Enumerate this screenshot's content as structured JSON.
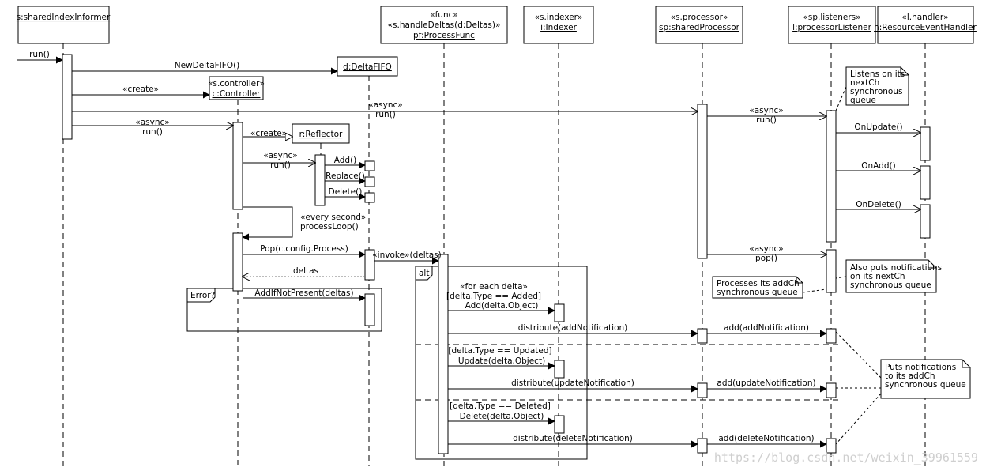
{
  "lifelines": {
    "informer": {
      "name": "s:sharedIndexInformer"
    },
    "fifo": {
      "name": "d:DeltaFIFO"
    },
    "controller": {
      "stereotype": "«s.controller»",
      "name": "c:Controller"
    },
    "reflector": {
      "name": "r:Reflector"
    },
    "processfunc": {
      "stereotype": "«func»",
      "stereotype2": "«s.handleDeltas(d:Deltas)»",
      "name": "pf:ProcessFunc"
    },
    "indexer": {
      "stereotype": "«s.indexer»",
      "name": "i:Indexer"
    },
    "processor": {
      "stereotype": "«s.processor»",
      "name": "sp:sharedProcessor"
    },
    "listener": {
      "stereotype": "«sp.listeners»",
      "name": "l:processorListener"
    },
    "handler": {
      "stereotype": "«l.handler»",
      "name": "h:ResourceEventHandler"
    }
  },
  "messages": {
    "run": "run()",
    "new_fifo": "NewDeltaFIFO()",
    "create": "«create»",
    "async": "«async»",
    "run2": "run()",
    "create2": "«create»",
    "add": "Add()",
    "replace": "Replace()",
    "delete": "Delete()",
    "every_second": "«every second»",
    "process_loop": "processLoop()",
    "pop": "Pop(c.config.Process)",
    "invoke": "«invoke»(deltas)",
    "deltas": "deltas",
    "add_if_not_present": "AddIfNotPresent(deltas)",
    "on_update": "OnUpdate()",
    "on_add": "OnAdd()",
    "on_delete": "OnDelete()",
    "pop2": "pop()",
    "for_each": "«for each delta»",
    "guard_added": "[delta.Type == Added]",
    "add_obj": "Add(delta.Object)",
    "dist_add": "distribute(addNotification)",
    "add_add": "add(addNotification)",
    "guard_updated": "[delta.Type == Updated]",
    "update_obj": "Update(delta.Object)",
    "dist_update": "distribute(updateNotification)",
    "add_update": "add(updateNotification)",
    "guard_deleted": "[delta.Type == Deleted]",
    "delete_obj": "Delete(delta.Object)",
    "dist_delete": "distribute(deleteNotification)",
    "add_delete": "add(deleteNotification)"
  },
  "fragments": {
    "error": "Error?",
    "alt": "alt"
  },
  "notes": {
    "listens": [
      "Listens on its",
      "nextCh",
      "synchronous",
      "queue"
    ],
    "also_puts": [
      "Also puts notifications",
      "on its nextCh",
      "synchronous queue"
    ],
    "processes": [
      "Processes its addCh",
      "synchronous queue"
    ],
    "puts": [
      "Puts notifications",
      "to its addCh",
      "synchronous queue"
    ]
  },
  "watermark": "https://blog.csdn.net/weixin_39961559"
}
